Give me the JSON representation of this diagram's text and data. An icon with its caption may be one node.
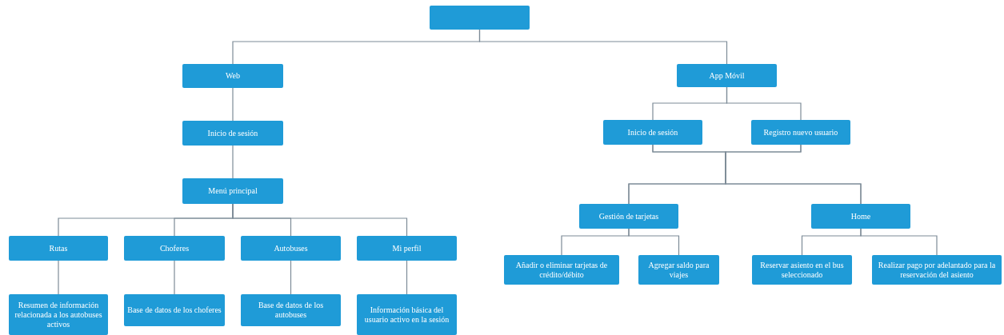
{
  "diagram": {
    "nodes": [
      {
        "text": [],
        "shape": "box"
      },
      {
        "text": [
          "Web"
        ]
      },
      {
        "text": [
          "Inicio de sesión"
        ]
      },
      {
        "text": [
          "Menú principal"
        ]
      },
      {
        "text": [
          "Rutas"
        ]
      },
      {
        "text": [
          "Choferes"
        ]
      },
      {
        "text": [
          "Autobuses"
        ]
      },
      {
        "text": [
          "Mi perfil"
        ]
      },
      {
        "text": [
          "Resumen de información relacionada a los autobuses activos"
        ]
      },
      {
        "text": [
          "Base de datos de los choferes"
        ]
      },
      {
        "text": [
          "Base de datos de los autobuses"
        ]
      },
      {
        "text": [
          "Información básica del usuario activo en la sesión"
        ]
      },
      {
        "text": [
          "App Móvil"
        ]
      },
      {
        "text": [
          "Inicio de sesión"
        ]
      },
      {
        "text": [
          "Registro nuevo usuario"
        ]
      },
      {
        "text": [
          "Gestión de tarjetas"
        ]
      },
      {
        "text": [
          "Home"
        ]
      },
      {
        "text": [
          "Añadir o eliminar tarjetas de crédito/débito"
        ]
      },
      {
        "text": [
          "Agregar saldo para viajes"
        ]
      },
      {
        "text": [
          "Reservar asiento en el bus seleccionado"
        ]
      },
      {
        "text": [
          "Realizar pago por adelantado para la reservación del asiento"
        ]
      }
    ],
    "edges": [
      {
        "from": 0,
        "to": 1,
        "arrow": "none"
      },
      {
        "from": 0,
        "to": 12,
        "arrow": "none"
      },
      {
        "from": 1,
        "to": 2,
        "arrow": "none"
      },
      {
        "from": 2,
        "to": 3,
        "arrow": "none"
      },
      {
        "from": 3,
        "to": 4,
        "arrow": "none"
      },
      {
        "from": 3,
        "to": 5,
        "arrow": "none"
      },
      {
        "from": 3,
        "to": 6,
        "arrow": "none"
      },
      {
        "from": 3,
        "to": 7,
        "arrow": "none"
      },
      {
        "from": 4,
        "to": 8,
        "arrow": "none"
      },
      {
        "from": 5,
        "to": 9,
        "arrow": "none"
      },
      {
        "from": 6,
        "to": 10,
        "arrow": "none"
      },
      {
        "from": 7,
        "to": 11,
        "arrow": "none"
      },
      {
        "from": 12,
        "to": 13,
        "arrow": "none"
      },
      {
        "from": 12,
        "to": 14,
        "arrow": "none"
      },
      {
        "from": 13,
        "to": 15,
        "arrow": "none"
      },
      {
        "from": 13,
        "to": 16,
        "arrow": "none"
      },
      {
        "from": 14,
        "to": 15,
        "arrow": "none"
      },
      {
        "from": 14,
        "to": 16,
        "arrow": "none"
      },
      {
        "from": 15,
        "to": 17,
        "arrow": "none"
      },
      {
        "from": 15,
        "to": 18,
        "arrow": "none"
      },
      {
        "from": 16,
        "to": 19,
        "arrow": "none"
      },
      {
        "from": 16,
        "to": 20,
        "arrow": "none"
      }
    ]
  }
}
